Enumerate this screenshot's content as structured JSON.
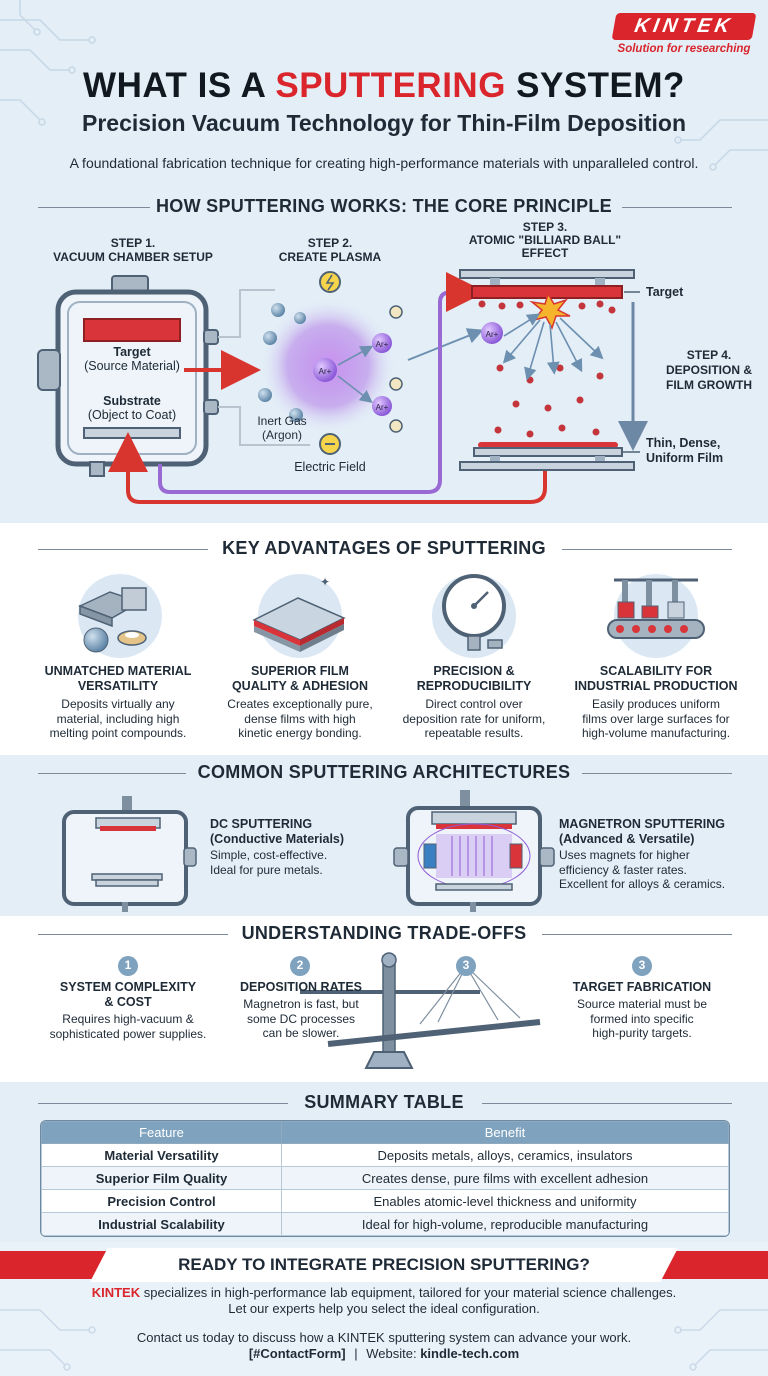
{
  "brand": {
    "logo_text": "KINTEK",
    "tagline": "Solution for researching"
  },
  "header": {
    "title_part1": "WHAT IS A ",
    "title_highlight": "SPUTTERING",
    "title_part2": " SYSTEM?",
    "subtitle": "Precision Vacuum Technology for Thin-Film Deposition",
    "intro": "A foundational fabrication technique for creating high-performance materials with unparalleled control."
  },
  "how": {
    "heading": "HOW SPUTTERING WORKS: THE CORE PRINCIPLE",
    "step1_line1": "STEP 1.",
    "step1_line2": "VACUUM CHAMBER SETUP",
    "target_label": "Target",
    "target_sub": "(Source Material)",
    "substrate_label": "Substrate",
    "substrate_sub": "(Object to Coat)",
    "step2_line1": "STEP 2.",
    "step2_line2": "CREATE PLASMA",
    "inert_gas": "Inert Gas",
    "argon": "(Argon)",
    "electric_field": "Electric Field",
    "ion_label": "Ar+",
    "step3_line1": "STEP 3.",
    "step3_line2": "ATOMIC \"BILLIARD BALL\"",
    "step3_line3": "EFFECT",
    "target_right": "Target",
    "step4_line1": "STEP 4.",
    "step4_line2": "DEPOSITION &",
    "step4_line3": "FILM GROWTH",
    "film_line1": "Thin, Dense,",
    "film_line2": "Uniform Film"
  },
  "advantages": {
    "heading": "KEY ADVANTAGES OF SPUTTERING",
    "items": [
      {
        "title1": "UNMATCHED MATERIAL",
        "title2": "VERSATILITY",
        "d1": "Deposits virtually any",
        "d2": "material, including high",
        "d3": "melting point compounds.",
        "icon": "materials-icon"
      },
      {
        "title1": "SUPERIOR FILM",
        "title2": "QUALITY & ADHESION",
        "d1": "Creates exceptionally pure,",
        "d2": "dense films with high",
        "d3": "kinetic energy bonding.",
        "icon": "layered-film-icon"
      },
      {
        "title1": "PRECISION &",
        "title2": "REPRODUCIBILITY",
        "d1": "Direct control over",
        "d2": "deposition rate for uniform,",
        "d3": "repeatable results.",
        "icon": "pressure-gauge-icon"
      },
      {
        "title1": "SCALABILITY FOR",
        "title2": "INDUSTRIAL PRODUCTION",
        "d1": "Easily produces uniform",
        "d2": "films over large surfaces for",
        "d3": "high-volume manufacturing.",
        "icon": "conveyor-icon"
      }
    ]
  },
  "architectures": {
    "heading": "COMMON SPUTTERING ARCHITECTURES",
    "dc_title1": "DC SPUTTERING",
    "dc_title2": "(Conductive Materials)",
    "dc_d1": "Simple, cost-effective.",
    "dc_d2": "Ideal for pure metals.",
    "mag_title1": "MAGNETRON SPUTTERING",
    "mag_title2": "(Advanced & Versatile)",
    "mag_d1": "Uses magnets for higher",
    "mag_d2": "efficiency & faster rates.",
    "mag_d3": "Excellent for alloys & ceramics."
  },
  "tradeoffs": {
    "heading": "UNDERSTANDING TRADE-OFFS",
    "items": [
      {
        "num": "1",
        "t1": "SYSTEM COMPLEXITY",
        "t2": "& COST",
        "d1": "Requires high-vacuum &",
        "d2": "sophisticated power supplies."
      },
      {
        "num": "2",
        "t1": "DEPOSITION RATES",
        "d1": "Magnetron is fast, but",
        "d2": "some DC processes",
        "d3": "can be slower."
      },
      {
        "num": "3"
      },
      {
        "num": "3",
        "t1": "TARGET FABRICATION",
        "d1": "Source material must be",
        "d2": "formed into specific",
        "d3": "high-purity targets."
      }
    ]
  },
  "summary": {
    "heading": "SUMMARY TABLE",
    "col_feature": "Feature",
    "col_benefit": "Benefit",
    "rows": [
      {
        "feature": "Material Versatility",
        "benefit": "Deposits metals, alloys, ceramics, insulators"
      },
      {
        "feature": "Superior Film Quality",
        "benefit": "Creates dense, pure films with excellent adhesion"
      },
      {
        "feature": "Precision Control",
        "benefit": "Enables atomic-level thickness and uniformity"
      },
      {
        "feature": "Industrial Scalability",
        "benefit": "Ideal for high-volume, reproducible manufacturing"
      }
    ]
  },
  "cta": {
    "title": "READY TO INTEGRATE PRECISION SPUTTERING?",
    "brand": "KINTEK",
    "line1_rest": " specializes in high-performance lab equipment, tailored for your material science challenges.",
    "line2": "Let our experts help you select the ideal configuration.",
    "contact": "Contact us today to discuss how a KINTEK sputtering system can advance your work.",
    "form": "[#ContactForm]",
    "separator": "|",
    "website_label": "Website:",
    "website": "kindle-tech.com"
  },
  "colors": {
    "accent_red": "#d9252b",
    "dark": "#1f2a37",
    "blue_bg": "#e3eef7",
    "purple": "#8e5bd6",
    "steel": "#7e8fa0"
  }
}
